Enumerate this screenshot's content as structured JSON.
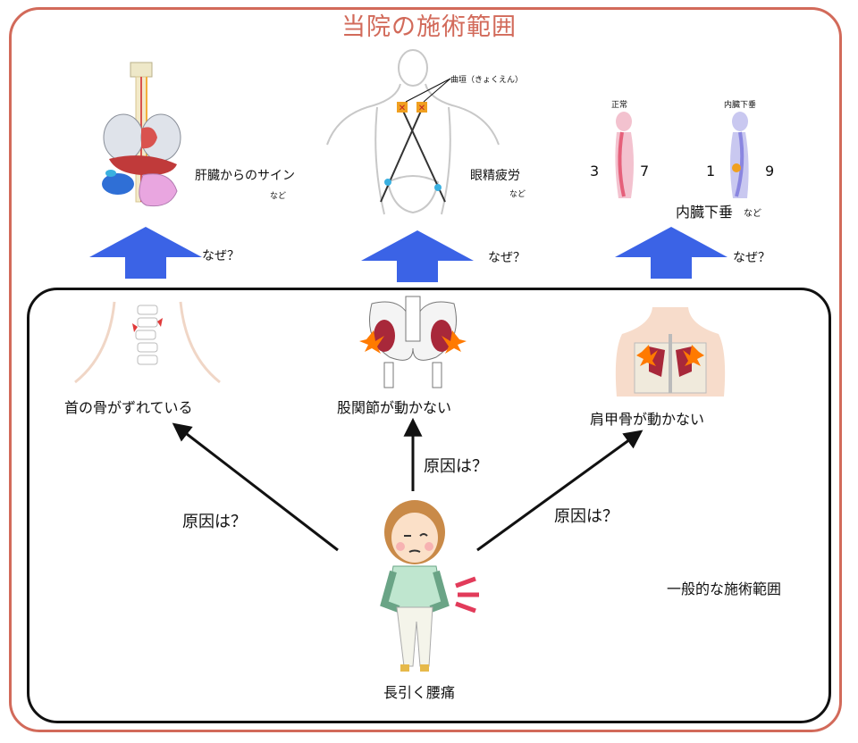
{
  "title": "当院の施術範囲",
  "top_panels": {
    "liver": {
      "label": "肝臓からのサイン",
      "suffix": "など",
      "why": "なぜ？"
    },
    "eye": {
      "label": "眼精疲労",
      "suffix": "など",
      "why": "なぜ？",
      "callout": "曲垣（きょくえん）"
    },
    "viscera": {
      "label": "内臓下垂",
      "suffix": "など",
      "why": "なぜ？",
      "normal_caption": "正常",
      "ptosis_caption": "内臓下垂",
      "normal_left": "3",
      "normal_right": "7",
      "ptosis_left": "1",
      "ptosis_right": "9"
    }
  },
  "causes": {
    "neck": "首の骨がずれている",
    "hip": "股関節が動かない",
    "scapula": "肩甲骨が動かない"
  },
  "question": "原因は？",
  "center_caption": "長引く腰痛",
  "general_scope": "一般的な施術範囲",
  "colors": {
    "frame": "#d26a5a",
    "arrow_blue": "#3b63e6",
    "black": "#111111"
  }
}
